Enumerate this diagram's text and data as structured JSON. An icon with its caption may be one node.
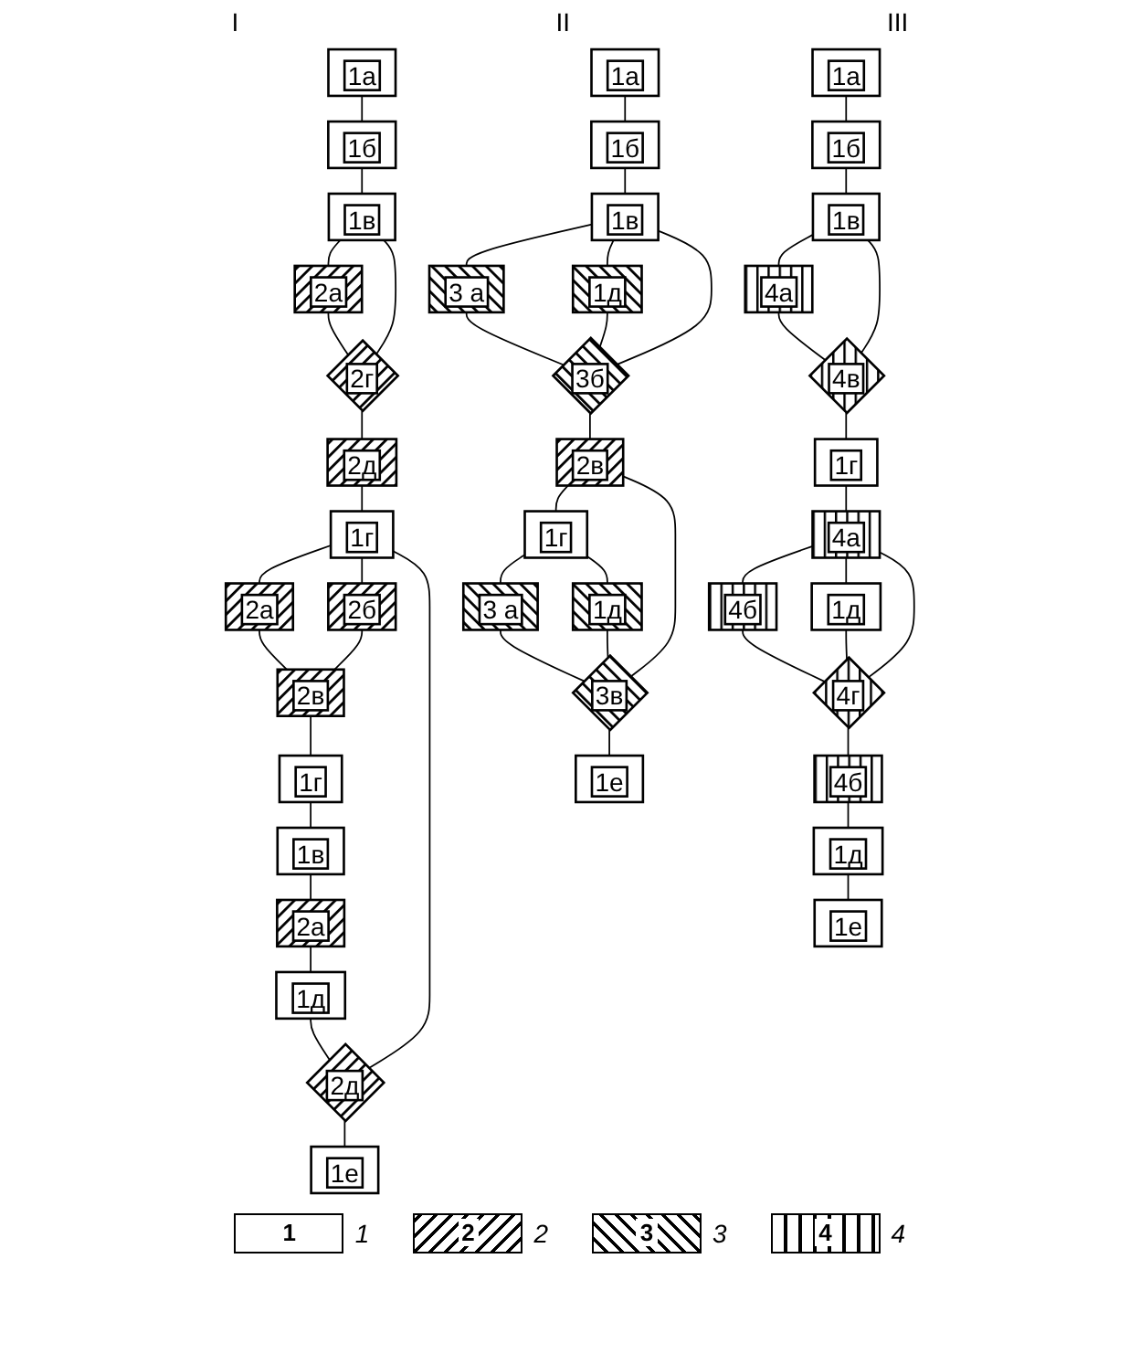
{
  "diagram": {
    "nodes": [
      {
        "text": [
          "1а"
        ]
      },
      {
        "text": [
          "1б"
        ]
      },
      {
        "text": [
          "1в"
        ]
      },
      {
        "text": [
          "2а"
        ]
      },
      {
        "text": [
          "2г"
        ]
      },
      {
        "text": [
          "2д"
        ]
      },
      {
        "text": [
          "1г"
        ]
      },
      {
        "text": [
          "2а"
        ]
      },
      {
        "text": [
          "2б"
        ]
      },
      {
        "text": [
          "2в"
        ]
      },
      {
        "text": [
          "1г"
        ]
      },
      {
        "text": [
          "1в"
        ]
      },
      {
        "text": [
          "2а"
        ]
      },
      {
        "text": [
          "1д"
        ]
      },
      {
        "text": [
          "2д"
        ]
      },
      {
        "text": [
          "1е"
        ]
      },
      {
        "text": [
          "1а"
        ]
      },
      {
        "text": [
          "1б"
        ]
      },
      {
        "text": [
          "1в"
        ]
      },
      {
        "text": [
          "3 а"
        ]
      },
      {
        "text": [
          "1д"
        ]
      },
      {
        "text": [
          "3б"
        ]
      },
      {
        "text": [
          "2в"
        ]
      },
      {
        "text": [
          "1г"
        ]
      },
      {
        "text": [
          "3 а"
        ]
      },
      {
        "text": [
          "1д"
        ]
      },
      {
        "text": [
          "3в"
        ]
      },
      {
        "text": [
          "1е"
        ]
      },
      {
        "text": [
          "1а"
        ]
      },
      {
        "text": [
          "1б"
        ]
      },
      {
        "text": [
          "1в"
        ]
      },
      {
        "text": [
          "4а"
        ]
      },
      {
        "text": [
          "4в"
        ]
      },
      {
        "text": [
          "1г"
        ]
      },
      {
        "text": [
          "4а"
        ]
      },
      {
        "text": [
          "4б"
        ]
      },
      {
        "text": [
          "1д"
        ]
      },
      {
        "text": [
          "4г"
        ]
      },
      {
        "text": [
          "4б"
        ]
      },
      {
        "text": [
          "1д"
        ]
      },
      {
        "text": [
          "1е"
        ]
      }
    ],
    "edges": [
      {
        "from": 0,
        "to": 1,
        "arrow": "none"
      },
      {
        "from": 1,
        "to": 2,
        "arrow": "none"
      },
      {
        "from": 2,
        "to": 3,
        "arrow": "none"
      },
      {
        "from": 3,
        "to": 4,
        "arrow": "none"
      },
      {
        "from": 2,
        "to": 4,
        "arrow": "none"
      },
      {
        "from": 4,
        "to": 5,
        "arrow": "none"
      },
      {
        "from": 5,
        "to": 6,
        "arrow": "none"
      },
      {
        "from": 6,
        "to": 7,
        "arrow": "none"
      },
      {
        "from": 6,
        "to": 8,
        "arrow": "none"
      },
      {
        "from": 7,
        "to": 9,
        "arrow": "none"
      },
      {
        "from": 8,
        "to": 9,
        "arrow": "none"
      },
      {
        "from": 9,
        "to": 10,
        "arrow": "none"
      },
      {
        "from": 10,
        "to": 11,
        "arrow": "none"
      },
      {
        "from": 11,
        "to": 12,
        "arrow": "none"
      },
      {
        "from": 12,
        "to": 13,
        "arrow": "none"
      },
      {
        "from": 13,
        "to": 14,
        "arrow": "none"
      },
      {
        "from": 6,
        "to": 14,
        "arrow": "none"
      },
      {
        "from": 14,
        "to": 15,
        "arrow": "none"
      },
      {
        "from": 16,
        "to": 17,
        "arrow": "none"
      },
      {
        "from": 17,
        "to": 18,
        "arrow": "none"
      },
      {
        "from": 18,
        "to": 19,
        "arrow": "none"
      },
      {
        "from": 18,
        "to": 20,
        "arrow": "none"
      },
      {
        "from": 19,
        "to": 21,
        "arrow": "none"
      },
      {
        "from": 20,
        "to": 21,
        "arrow": "none"
      },
      {
        "from": 18,
        "to": 21,
        "arrow": "none"
      },
      {
        "from": 21,
        "to": 22,
        "arrow": "none"
      },
      {
        "from": 22,
        "to": 23,
        "arrow": "none"
      },
      {
        "from": 23,
        "to": 24,
        "arrow": "none"
      },
      {
        "from": 23,
        "to": 25,
        "arrow": "none"
      },
      {
        "from": 24,
        "to": 26,
        "arrow": "none"
      },
      {
        "from": 25,
        "to": 26,
        "arrow": "none"
      },
      {
        "from": 22,
        "to": 26,
        "arrow": "none"
      },
      {
        "from": 26,
        "to": 27,
        "arrow": "none"
      },
      {
        "from": 28,
        "to": 29,
        "arrow": "none"
      },
      {
        "from": 29,
        "to": 30,
        "arrow": "none"
      },
      {
        "from": 30,
        "to": 31,
        "arrow": "none"
      },
      {
        "from": 31,
        "to": 32,
        "arrow": "none"
      },
      {
        "from": 30,
        "to": 32,
        "arrow": "none"
      },
      {
        "from": 32,
        "to": 33,
        "arrow": "none"
      },
      {
        "from": 33,
        "to": 34,
        "arrow": "none"
      },
      {
        "from": 34,
        "to": 35,
        "arrow": "none"
      },
      {
        "from": 34,
        "to": 36,
        "arrow": "none"
      },
      {
        "from": 35,
        "to": 37,
        "arrow": "none"
      },
      {
        "from": 36,
        "to": 37,
        "arrow": "none"
      },
      {
        "from": 34,
        "to": 37,
        "arrow": "none"
      },
      {
        "from": 37,
        "to": 38,
        "arrow": "none"
      },
      {
        "from": 38,
        "to": 39,
        "arrow": "none"
      },
      {
        "from": 39,
        "to": 40,
        "arrow": "none"
      }
    ],
    "labels": [
      "I",
      "II",
      "III",
      "1",
      "2",
      "3",
      "4"
    ],
    "legend": [
      {
        "text": "1"
      },
      {
        "text": "2"
      },
      {
        "text": "3"
      },
      {
        "text": "4"
      }
    ]
  }
}
